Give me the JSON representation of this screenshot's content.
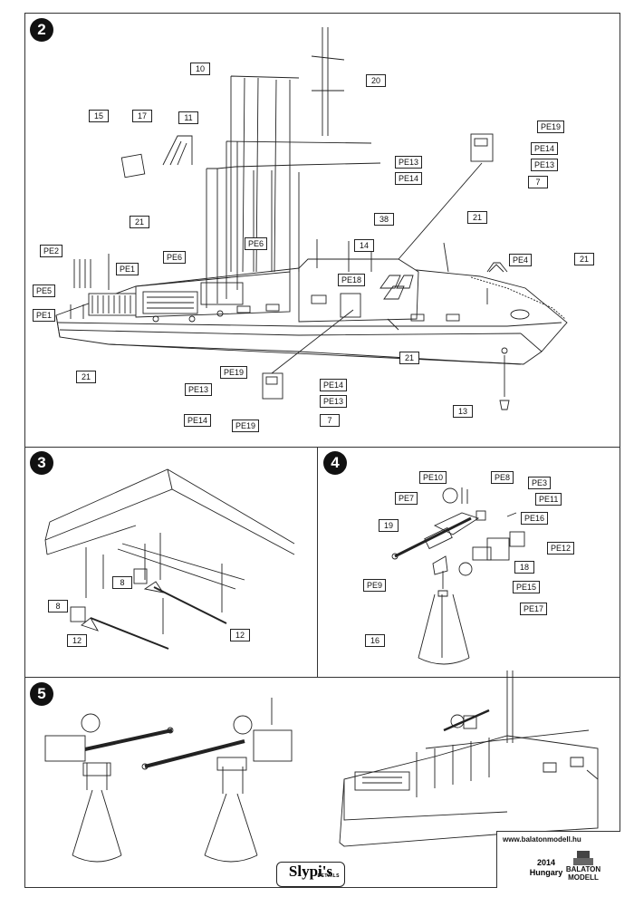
{
  "steps": [
    "2",
    "3",
    "4",
    "5"
  ],
  "step2_labels": [
    "10",
    "15",
    "17",
    "11",
    "20",
    "PE19",
    "PE14",
    "PE13",
    "PE13",
    "PE14",
    "7",
    "38",
    "21",
    "PE6",
    "14",
    "PE6",
    "21",
    "PE2",
    "PE1",
    "PE5",
    "PE1",
    "PE18",
    "PE4",
    "21",
    "21",
    "21",
    "PE19",
    "PE14",
    "PE13",
    "PE13",
    "PE14",
    "PE19",
    "7",
    "13"
  ],
  "step3_labels": [
    "8",
    "8",
    "12",
    "12"
  ],
  "step4_labels": [
    "PE10",
    "PE8",
    "PE7",
    "PE3",
    "PE11",
    "PE16",
    "19",
    "PE12",
    "18",
    "PE9",
    "PE15",
    "PE17",
    "16"
  ],
  "footer": {
    "url": "www.balatonmodell.hu",
    "year": "2014",
    "country": "Hungary",
    "logo_text": "BALATON MODELL"
  },
  "brand": {
    "name": "Slypi's",
    "sub": "DETAILS"
  }
}
